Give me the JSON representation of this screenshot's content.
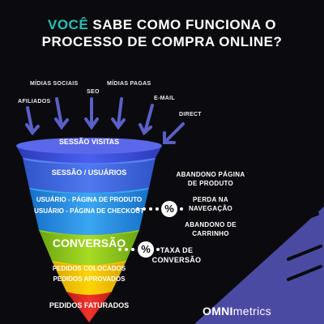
{
  "title": {
    "accent": "VOCÊ",
    "line1_rest": " SABE COMO FUNCIONA O",
    "line2": "PROCESSO DE COMPRA ONLINE?"
  },
  "sources": [
    "AFILIADOS",
    "MÍDIAS SOCIAIS",
    "SEO",
    "MÍDIAS PAGAS",
    "E-MAIL",
    "DIRECT"
  ],
  "funnel": {
    "stages": [
      {
        "label": "SESSÃO VISITAS",
        "color": "#3a4fd6"
      },
      {
        "label": "SESSÃO / USUÁRIOS",
        "color": "#4169e1"
      },
      {
        "label": "USUÁRIO - PÁGINA DE PRODUTO",
        "color": "#1f8fe0"
      },
      {
        "label": "USUÁRIO - PÁGINA DE CHECKOUT",
        "color": "#1f8fe0"
      },
      {
        "label": "CONVERSÃO",
        "color": "#9bcf1a"
      },
      {
        "label": "PEDIDOS COLOCADOS",
        "color": "#f5c400"
      },
      {
        "label": "PEDIDOS APROVADOS",
        "color": "#f5c400"
      },
      {
        "label": "PEDIDOS FATURADOS",
        "color": "#e8281f"
      }
    ]
  },
  "losses": {
    "badge": "%",
    "items": [
      "ABANDONO PÁGINA DE PRODUTO",
      "PERDA NA NAVEGAÇÃO",
      "ABANDONO DE CARRINHO"
    ]
  },
  "conversion_rate": {
    "badge": "%",
    "label": "TAXA DE CONVERSÃO"
  },
  "brand": {
    "part1": "OMNI",
    "part2": "metrics"
  },
  "colors": {
    "accent": "#24c1b8",
    "arrow": "#5b5fc7",
    "corner": "#4b4aa3"
  }
}
